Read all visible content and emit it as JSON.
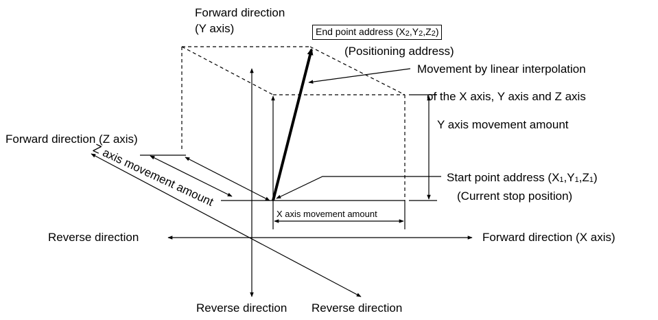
{
  "labels": {
    "forward_y_line1": "Forward direction",
    "forward_y_line2": "(Y axis)",
    "end_point": {
      "prefix": "End point address (X",
      "x_sub": "2",
      "mid1": ",Y",
      "y_sub": "2",
      "mid2": ",Z",
      "z_sub": "2",
      "suffix": ")"
    },
    "positioning_address": "(Positioning address)",
    "movement_line1": "Movement by linear interpolation",
    "movement_line2": "of the X axis, Y axis and Z axis",
    "y_amount": "Y axis movement amount",
    "forward_z": "Forward direction (Z axis)",
    "z_amount": "Z axis movement amount",
    "start_point": {
      "prefix": "Start point address (X",
      "x_sub": "1",
      "mid1": ",Y",
      "y_sub": "1",
      "mid2": ",Z",
      "z_sub": "1",
      "suffix": ")"
    },
    "current_stop": "(Current stop position)",
    "x_amount": "X axis movement amount",
    "reverse_left": "Reverse direction",
    "forward_x": "Forward direction (X axis)",
    "reverse_bottom_1": "Reverse direction",
    "reverse_bottom_2": "Reverse direction"
  },
  "colors": {
    "line": "#000000",
    "background": "#ffffff"
  }
}
